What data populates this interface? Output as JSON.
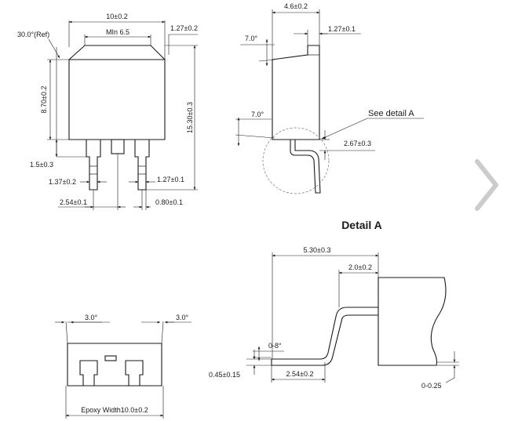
{
  "detail_title": "Detail A",
  "front_view": {
    "width_total": "10±0.2",
    "width_min": "MIn 6.5",
    "tab_offset": "1.27±0.2",
    "chamfer_angle": "30.0°(Ref)",
    "body_height": "8.70±0.2",
    "overall_height": "15.30±0.3",
    "lead_shoulder": "1.5±0.3",
    "lead_width_upper": "1.37±0.2",
    "lead_width_lower": "1.27±0.1",
    "lead_pitch": "2.54±0.1",
    "lead_thickness": "0.80±0.1"
  },
  "side_view": {
    "overall_thickness": "4.6±0.2",
    "tab_thickness": "1.27±0.1",
    "top_angle": "7.0°",
    "bottom_angle": "7.0°",
    "standoff": "2.67±0.3",
    "see_detail": "See detail A"
  },
  "end_view": {
    "left_angle": "3.0°",
    "right_angle": "3.0°",
    "epoxy_width": "Epoxy Width10.0±0.2"
  },
  "detail_a": {
    "length": "5.30±0.3",
    "flat_length": "2.0±0.2",
    "bend_angle": "0-8°",
    "foot_thickness": "0.45±0.15",
    "foot_length": "2.54±0.2",
    "coplanarity": "0-0.25"
  },
  "icons": {
    "next": "chevron-right-icon"
  }
}
